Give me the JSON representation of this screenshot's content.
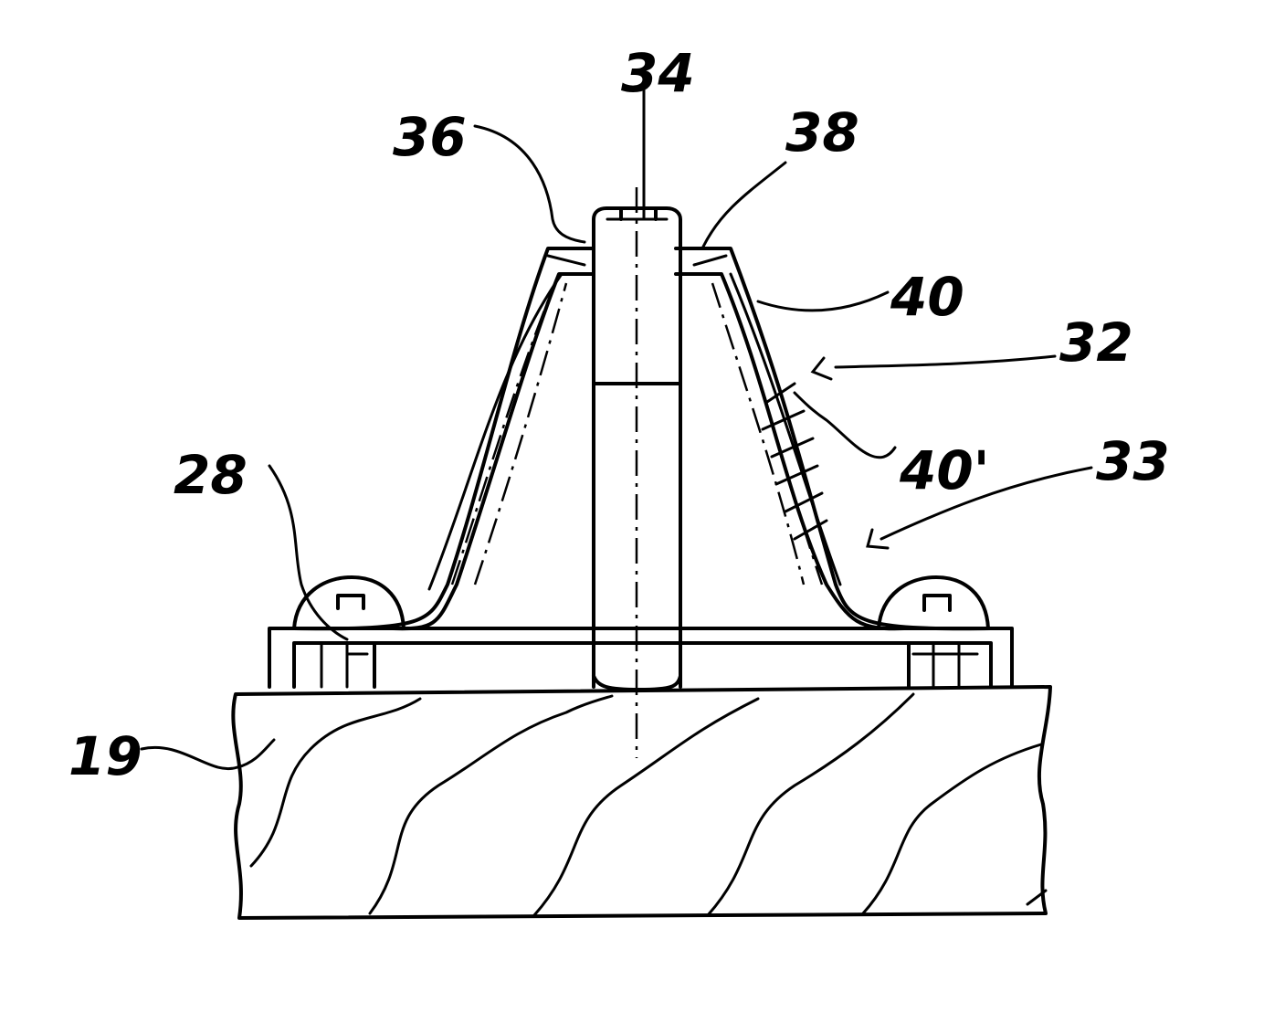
{
  "figure": {
    "labels": {
      "screw": "34",
      "left_ring": "36",
      "right_ring": "38",
      "membrane_outer": "40",
      "membrane_inner": "40'",
      "unit": "32",
      "base_assembly": "33",
      "fastener": "28",
      "support": "19"
    }
  }
}
